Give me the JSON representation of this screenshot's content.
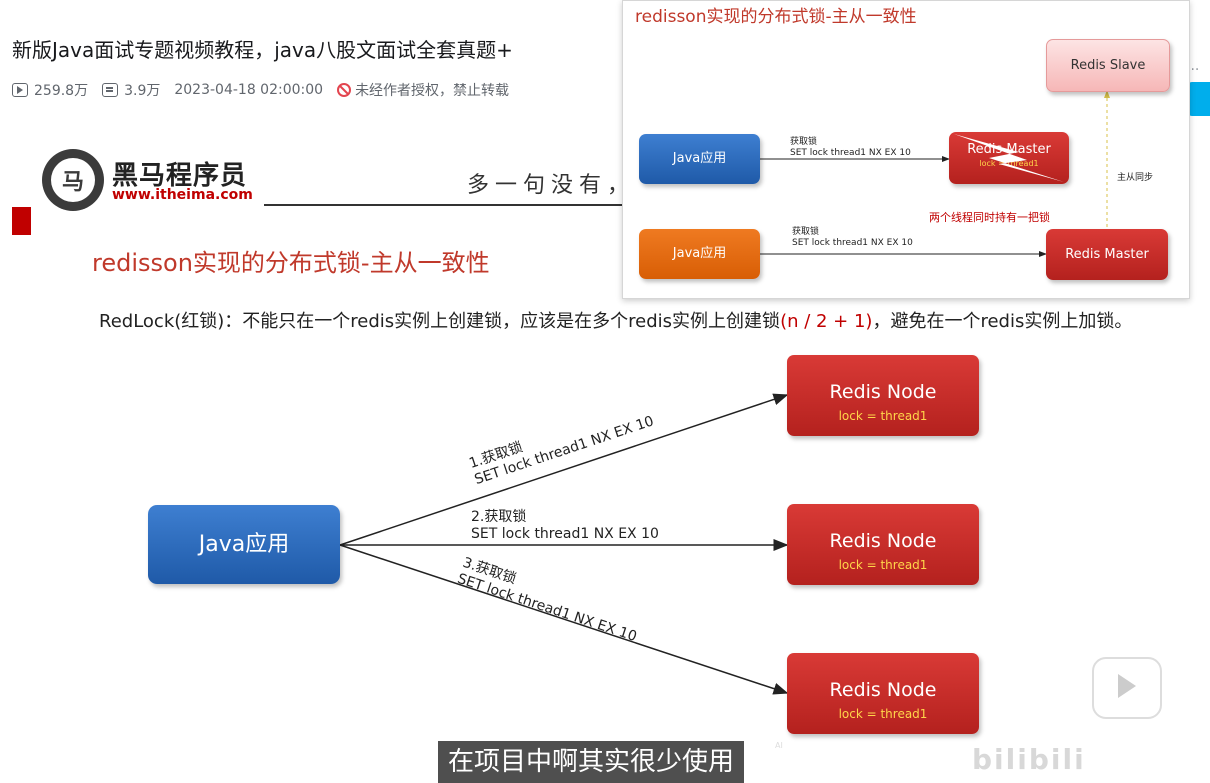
{
  "header": {
    "video_title": "新版Java面试专题视频教程，java八股文面试全套真题+",
    "ellipsis": "...",
    "views": "259.8万",
    "danmaku": "3.9万",
    "date": "2023-04-18 02:00:00",
    "copyright": "未经作者授权，禁止转载"
  },
  "slide": {
    "brand": "黑马程序员",
    "brand_url": "www.itheima.com",
    "motto": "多一句没有，",
    "title": "redisson实现的分布式锁-主从一致性",
    "desc_a": "RedLock(红锁)：不能只在一个redis实例上创建锁，应该是在多个redis实例上创建锁",
    "desc_hl": "(n / 2 + 1)",
    "desc_b": "，避免在一个redis实例上加锁。",
    "java_app": "Java应用",
    "nodes": [
      {
        "label": "Redis Node",
        "sub": "lock = thread1"
      },
      {
        "label": "Redis Node",
        "sub": "lock = thread1"
      },
      {
        "label": "Redis Node",
        "sub": "lock = thread1"
      }
    ],
    "arrows": [
      {
        "step": "1.获取锁",
        "cmd": "SET lock thread1 NX EX 10"
      },
      {
        "step": "2.获取锁",
        "cmd": "SET lock thread1 NX EX 10"
      },
      {
        "step": "3.获取锁",
        "cmd": "SET lock thread1 NX EX 10"
      }
    ]
  },
  "inset": {
    "title": "redisson实现的分布式锁-主从一致性",
    "slave": "Redis Slave",
    "java1": "Java应用",
    "java2": "Java应用",
    "master1": "Redis Master",
    "master1_sub": "lock = thread1",
    "master2": "Redis Master",
    "lbl1_a": "获取锁",
    "lbl1_b": "SET lock thread1 NX EX 10",
    "lbl2_a": "获取锁",
    "lbl2_b": "SET lock thread1 NX EX 10",
    "sync": "主从同步",
    "warn": "两个线程同时持有一把锁"
  },
  "player": {
    "subtitle": "在项目中啊其实很少使用",
    "subtitle_badge": "AI",
    "watermark": "bilibili"
  },
  "colors": {
    "accent_red": "#c00000",
    "bili_blue": "#00aeec"
  }
}
